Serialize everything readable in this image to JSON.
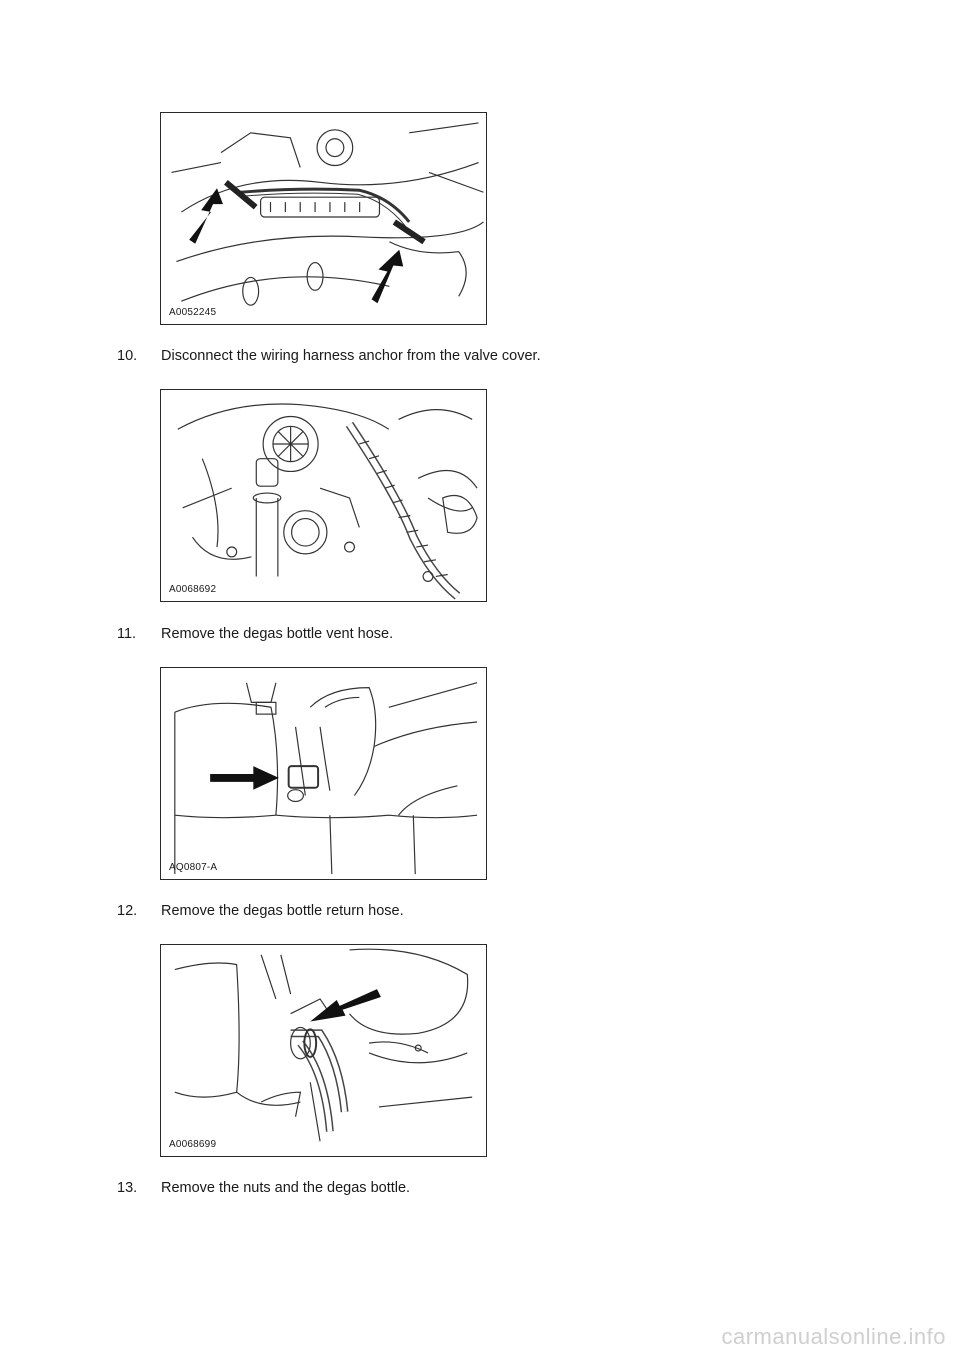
{
  "figures": [
    {
      "label": "A0052245"
    },
    {
      "label": "A0068692"
    },
    {
      "label": "AQ0807-A"
    },
    {
      "label": "A0068699"
    }
  ],
  "steps": [
    {
      "number": "10.",
      "text": "Disconnect the wiring harness anchor from the valve cover."
    },
    {
      "number": "11.",
      "text": "Remove the degas bottle vent hose."
    },
    {
      "number": "12.",
      "text": "Remove the degas bottle return hose."
    },
    {
      "number": "13.",
      "text": "Remove the nuts and the degas bottle."
    }
  ],
  "watermark": "carmanualsonline.info"
}
